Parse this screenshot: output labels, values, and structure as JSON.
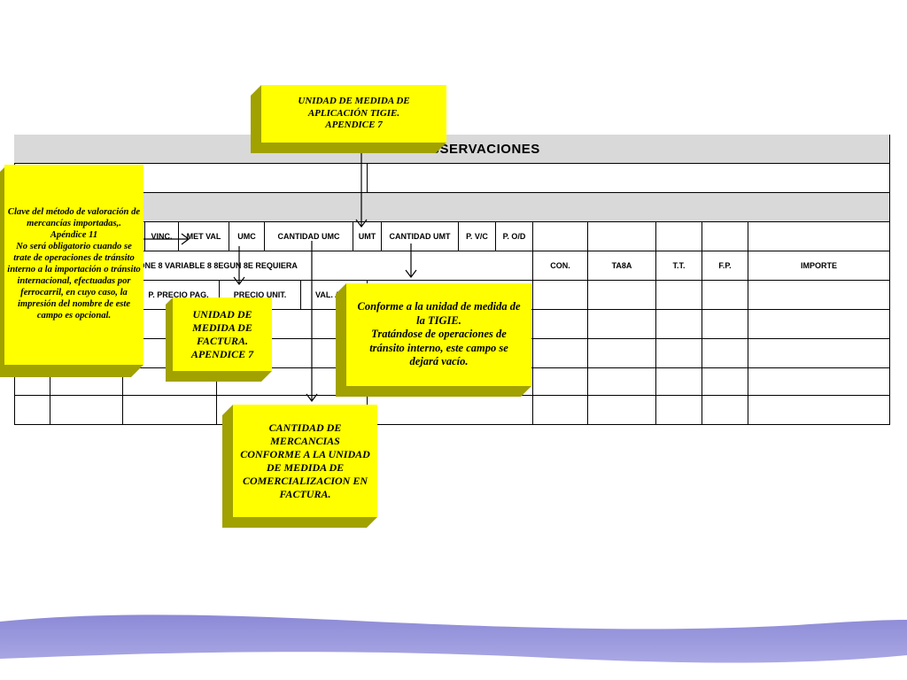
{
  "table": {
    "observations_title": "OBSERVACIONES",
    "headers_row1": {
      "vinc": "VINC.",
      "met_val": "MET VAL",
      "umc": "UMC",
      "cantidad_umc": "CANTIDAD UMC",
      "umt": "UMT",
      "cantidad_umt": "CANTIDAD UMT",
      "pvc": "P. V/C",
      "pod": "P. O/D"
    },
    "headers_row2": {
      "variable_text": "OLONE 8 VARIABLE 8 8EGUN 8E REQUIERA",
      "con": "CON.",
      "tasa": "TA8A",
      "tt": "T.T.",
      "fp": "F.P.",
      "importe": "IMPORTE"
    },
    "headers_row3": {
      "precio_pag": "P. PRECIO PAG.",
      "precio_unit": "PRECIO UNIT.",
      "val_agr": "VAL. AGR"
    }
  },
  "callouts": {
    "umt": "UNIDAD DE MEDIDA DE\nAPLICACIÓN TIGIE.\nAPENDICE 7",
    "met_val": "Clave del método de valoración de mercancías importadas,.\nApéndice 11\nNo será obligatorio cuando se trate de operaciones de tránsito interno a la importación o tránsito internacional, efectuadas por ferrocarril, en cuyo caso, la impresión del nombre de este campo es opcional.",
    "umc": "UNIDAD DE MEDIDA DE FACTURA.\nAPENDICE 7",
    "cantidad_umt": "Conforme a la unidad de medida de la TIGIE.\nTratándose de operaciones de tránsito interno, este campo se dejará vacío.",
    "cantidad_umc": "CANTIDAD DE MERCANCIAS CONFORME A LA UNIDAD DE MEDIDA DE COMERCIALIZACION EN FACTURA."
  },
  "colors": {
    "callout_face": "#ffff00",
    "callout_shadow": "#a1a100",
    "header_gray": "#d9d9d9",
    "wave": "#8c8ad6"
  }
}
